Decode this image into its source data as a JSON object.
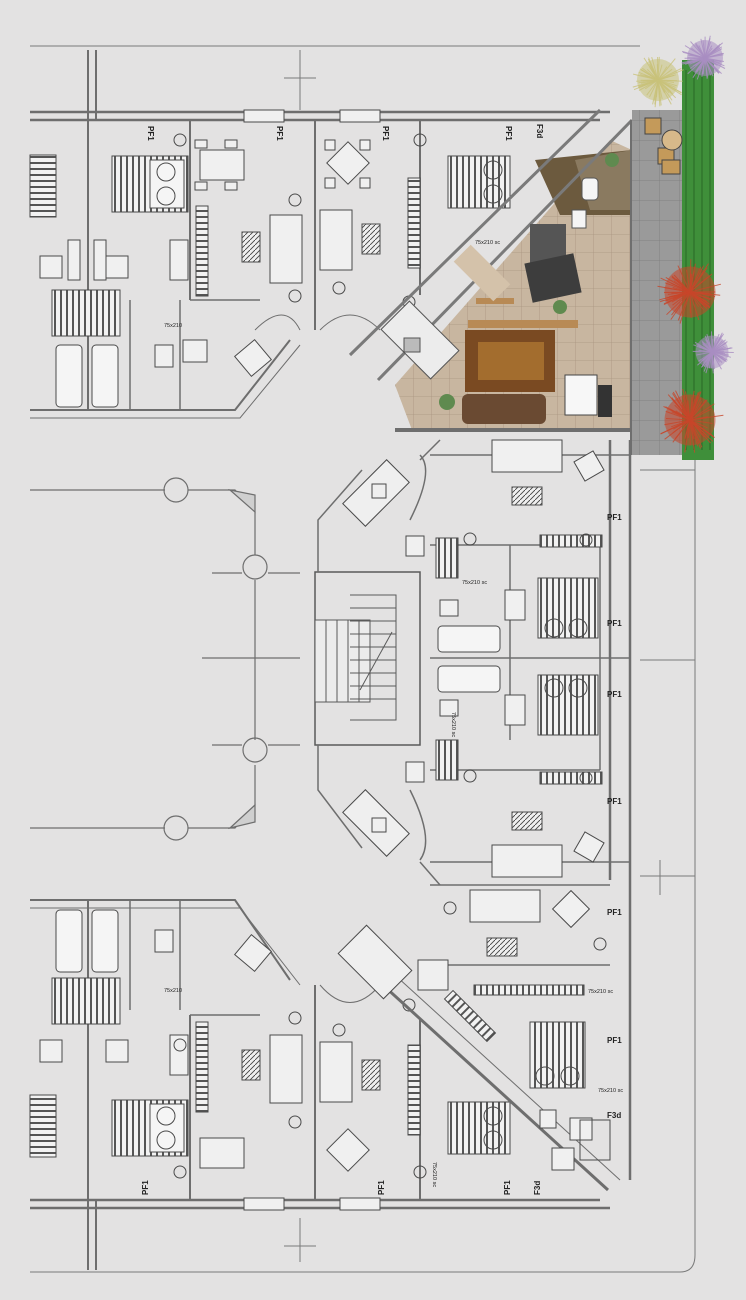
{
  "plan": {
    "labels": {
      "pf1": "PF1",
      "f3d": "F3d",
      "door_75x210_sc": "75x210 sc",
      "door_75x210": "75x210",
      "door_75x210_short": "75x210 sc"
    },
    "colors": {
      "background": "#e3e2e2",
      "wall": "#6e6e6e",
      "fixture": "#4a4a4a",
      "floor_tile": "#b49a7e",
      "rug": "#7a4a22",
      "sofa": "#6a4a32",
      "terrace": "#8f8f8f",
      "hedge": "#3f8f3a",
      "tree_red": "#c8462a",
      "tree_yellow": "#c9c27a",
      "tree_purple": "#a98ec2"
    }
  }
}
